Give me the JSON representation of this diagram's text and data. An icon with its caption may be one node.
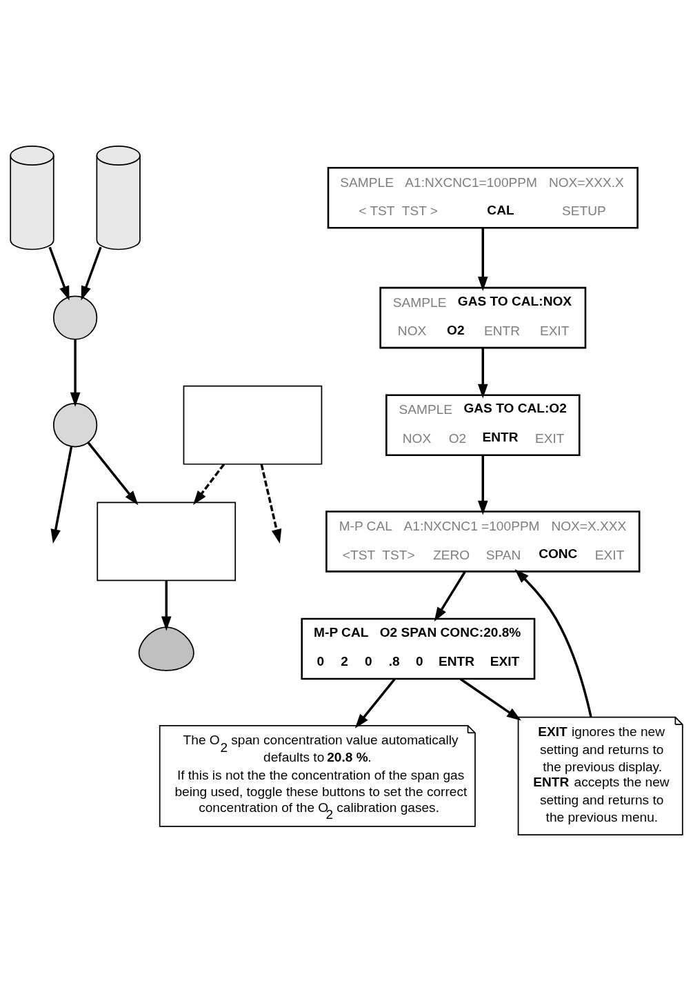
{
  "diagram": {
    "nodes": [
      {
        "text": [],
        "shape": "cylinder"
      },
      {
        "text": [],
        "shape": "cylinder"
      },
      {
        "text": [],
        "shape": "circle"
      },
      {
        "text": [],
        "shape": "circle"
      },
      {
        "text": [],
        "shape": "box"
      },
      {
        "text": [],
        "shape": "box"
      },
      {
        "text": [],
        "shape": "pump"
      },
      {
        "text": [
          "SAMPLE",
          "A1:NXCNC1=100PPM",
          "NOX=XXX.X",
          "< TST  TST >",
          "CAL",
          "SETUP"
        ]
      },
      {
        "text": [
          "SAMPLE",
          "GAS TO CAL:NOX",
          "NOX",
          "O2",
          "ENTR",
          "EXIT"
        ]
      },
      {
        "text": [
          "SAMPLE",
          "GAS TO CAL:O2",
          "NOX",
          "O2",
          "ENTR",
          "EXIT"
        ]
      },
      {
        "text": [
          "M-P CAL",
          "A1:NXCNC1 =100PPM",
          "NOX=X.XXX",
          "<TST  TST>",
          "ZERO",
          "SPAN",
          "CONC",
          "EXIT"
        ]
      },
      {
        "text": [
          "M-P CAL",
          "O2 SPAN CONC:20.8%",
          "0",
          "2",
          "0",
          ".8",
          "0",
          "ENTR",
          "EXIT"
        ]
      },
      {
        "text": [
          "The O$_{2}$ span concentration value automatically defaults to **20.8 %**.",
          "If this is not the the concentration of the span gas being used, toggle these buttons to set the correct concentration of the O$_{2}$ calibration gases."
        ]
      },
      {
        "text": [
          "**EXIT** ignores the new setting and returns to the previous display.",
          "**ENTR** accepts the new setting and returns to the previous menu."
        ]
      }
    ],
    "edges": [
      {
        "from": 0,
        "to": 2,
        "arrow": "to"
      },
      {
        "from": 1,
        "to": 2,
        "arrow": "to"
      },
      {
        "from": 2,
        "to": 3,
        "arrow": "to"
      },
      {
        "from": 3,
        "to": 5,
        "arrow": "to"
      },
      {
        "from": 3,
        "to": null,
        "arrow": "to"
      },
      {
        "from": 4,
        "to": 5,
        "arrow": "to",
        "style": "dashed"
      },
      {
        "from": 4,
        "to": null,
        "arrow": "to",
        "style": "dashed"
      },
      {
        "from": 5,
        "to": 6,
        "arrow": "to"
      },
      {
        "from": 7,
        "to": 8,
        "arrow": "to"
      },
      {
        "from": 8,
        "to": 9,
        "arrow": "to"
      },
      {
        "from": 9,
        "to": 10,
        "arrow": "to"
      },
      {
        "from": 10,
        "to": 11,
        "arrow": "to"
      },
      {
        "from": 11,
        "to": 12,
        "arrow": "to"
      },
      {
        "from": 11,
        "to": 13,
        "arrow": "to"
      },
      {
        "from": 13,
        "to": 10,
        "arrow": "to"
      }
    ]
  }
}
